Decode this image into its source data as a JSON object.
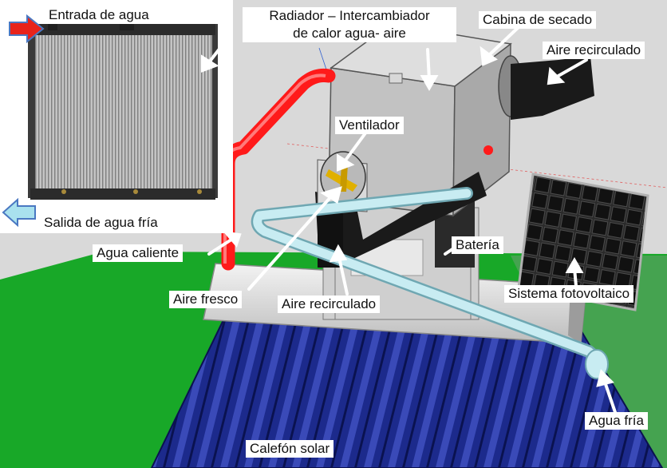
{
  "labels": {
    "entrada_agua": "Entrada de agua",
    "radiador_line1": "Radiador – Intercambiador",
    "radiador_line2": "de calor agua- aire",
    "cabina": "Cabina de secado",
    "aire_recirculado_top": "Aire recirculado",
    "ventilador": "Ventilador",
    "salida_agua": "Salida de agua fría",
    "bateria": "Batería",
    "agua_caliente": "Agua caliente",
    "aire_fresco": "Aire fresco",
    "aire_recirculado_bottom": "Aire recirculado",
    "sistema_fotovoltaico": "Sistema fotovoltaico",
    "agua_fria": "Agua fría",
    "calefon": "Calefón solar"
  },
  "colors": {
    "background_light": "#d9d9d9",
    "ground_green": "#18a828",
    "hot_pipe": "#ff1a1a",
    "cold_pipe": "#c8ecf2",
    "collector_blue": "#1c2a8c",
    "radiator_metal": "#b8b8b8",
    "cabin_grey": "#bdbdbd",
    "duct_black": "#1a1a1a",
    "solar_panel": "#222222",
    "arrow_in": "#e8231a",
    "arrow_out": "#a9e1ee"
  }
}
